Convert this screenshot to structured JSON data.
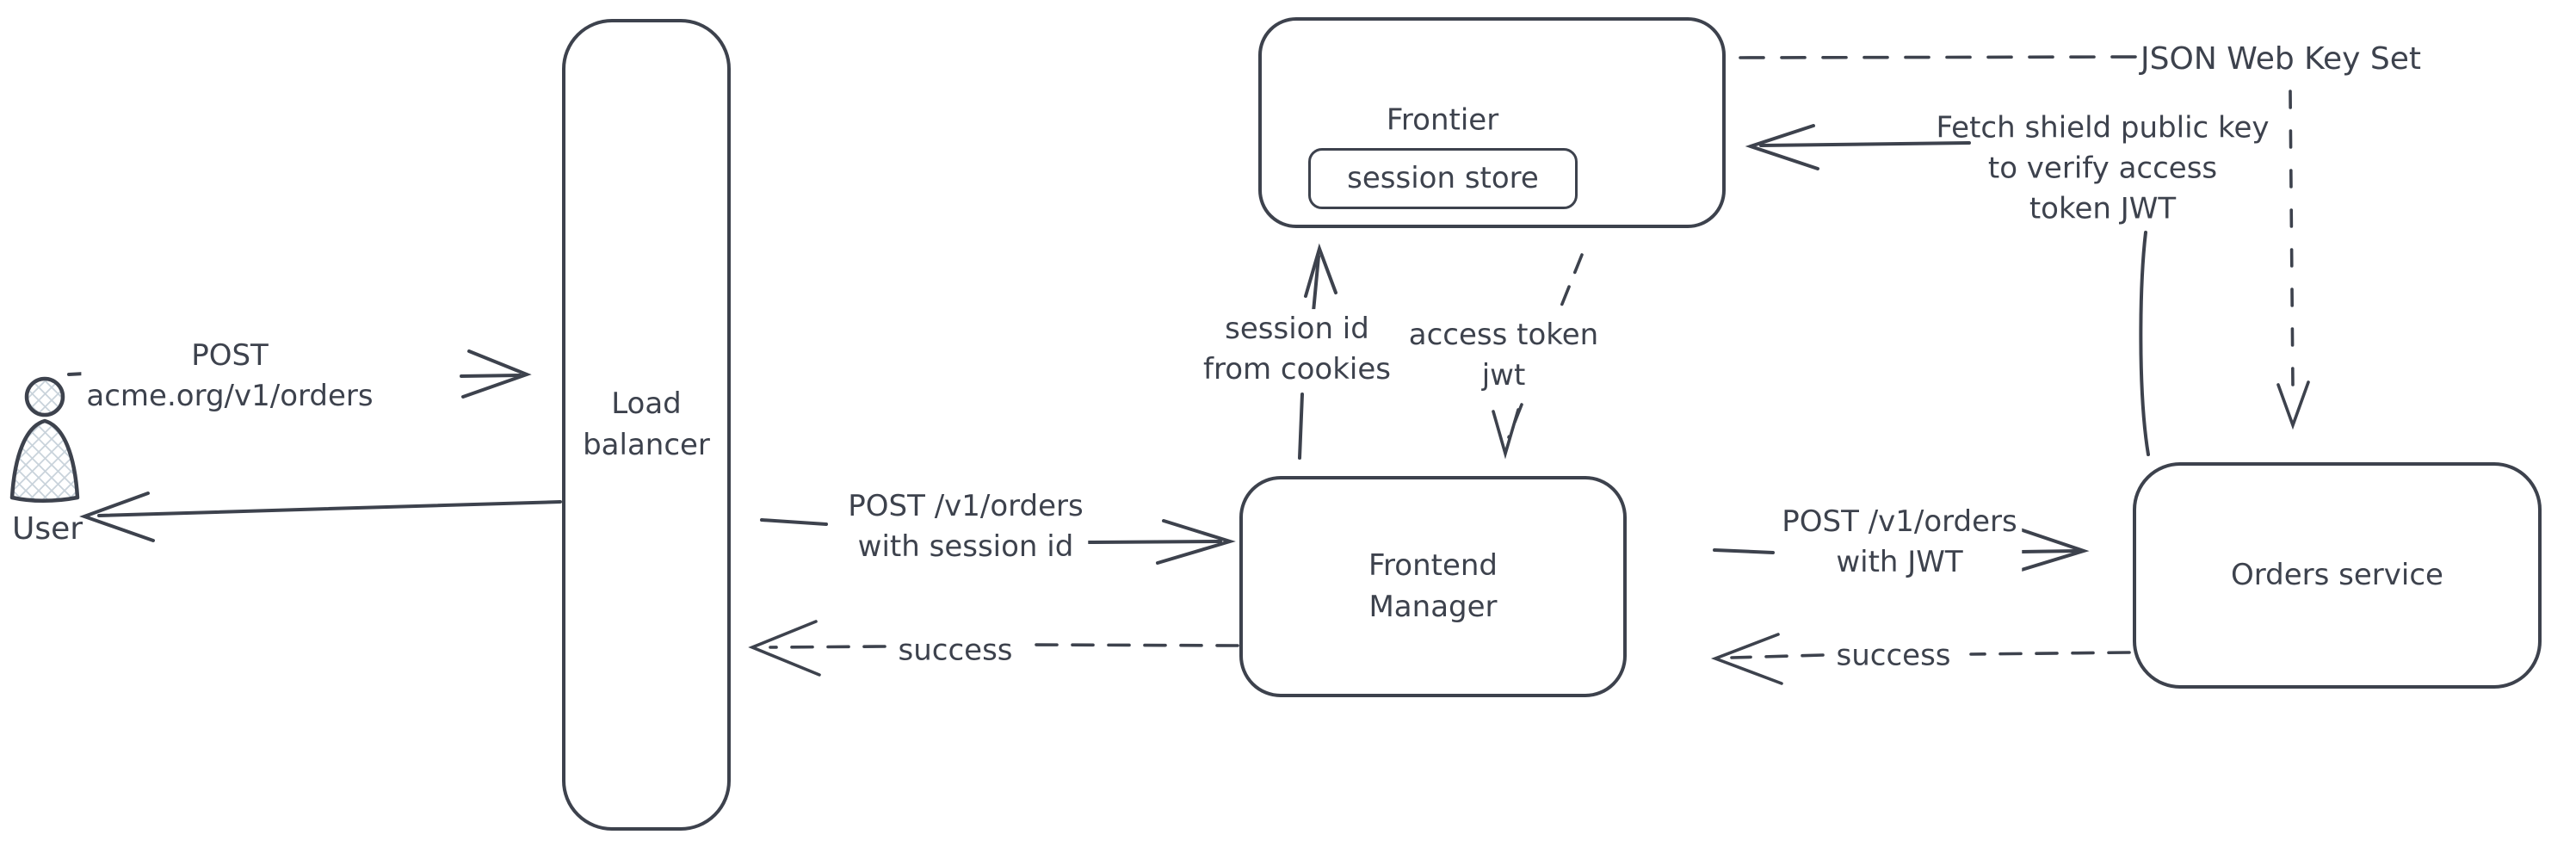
{
  "diagram": {
    "style": "hand-drawn-flow-diagram",
    "background_color": "#ffffff",
    "stroke_color": "#3d424d",
    "user_hatch_color": "#c9d3db"
  },
  "nodes": {
    "user": {
      "label": "User"
    },
    "load_balancer": {
      "label": "Load\nbalancer"
    },
    "frontier": {
      "label": "Frontier"
    },
    "session_store": {
      "label": "session store"
    },
    "frontend_manager": {
      "label": "Frontend\nManager"
    },
    "orders_service": {
      "label": "Orders service"
    }
  },
  "edges": {
    "user_to_load_balancer": {
      "label": "POST\nacme.org/v1/orders",
      "style": "solid",
      "direction": "right"
    },
    "load_balancer_to_user": {
      "style": "solid",
      "direction": "left"
    },
    "load_balancer_to_frontend_manager": {
      "label": "POST /v1/orders\nwith session id",
      "style": "solid",
      "direction": "right"
    },
    "frontend_manager_to_load_balancer": {
      "label": "success",
      "style": "dashed",
      "direction": "left"
    },
    "frontend_manager_to_frontier": {
      "label": "session id\nfrom cookies",
      "style": "solid",
      "direction": "up"
    },
    "frontier_to_frontend_manager": {
      "label": "access token\njwt",
      "style": "dashed",
      "direction": "down"
    },
    "frontend_manager_to_orders_service": {
      "label": "POST /v1/orders\nwith JWT",
      "style": "solid",
      "direction": "right"
    },
    "orders_service_to_frontend_manager": {
      "label": "success",
      "style": "dashed",
      "direction": "left"
    },
    "frontier_to_json_web_key_set": {
      "label": "JSON Web Key Set",
      "style": "dashed",
      "direction": "right"
    },
    "json_web_key_set_to_orders_service": {
      "style": "dashed",
      "direction": "down"
    },
    "orders_service_to_frontier": {
      "label": "Fetch shield public key\nto verify access\ntoken JWT",
      "style": "solid",
      "direction": "left"
    }
  }
}
